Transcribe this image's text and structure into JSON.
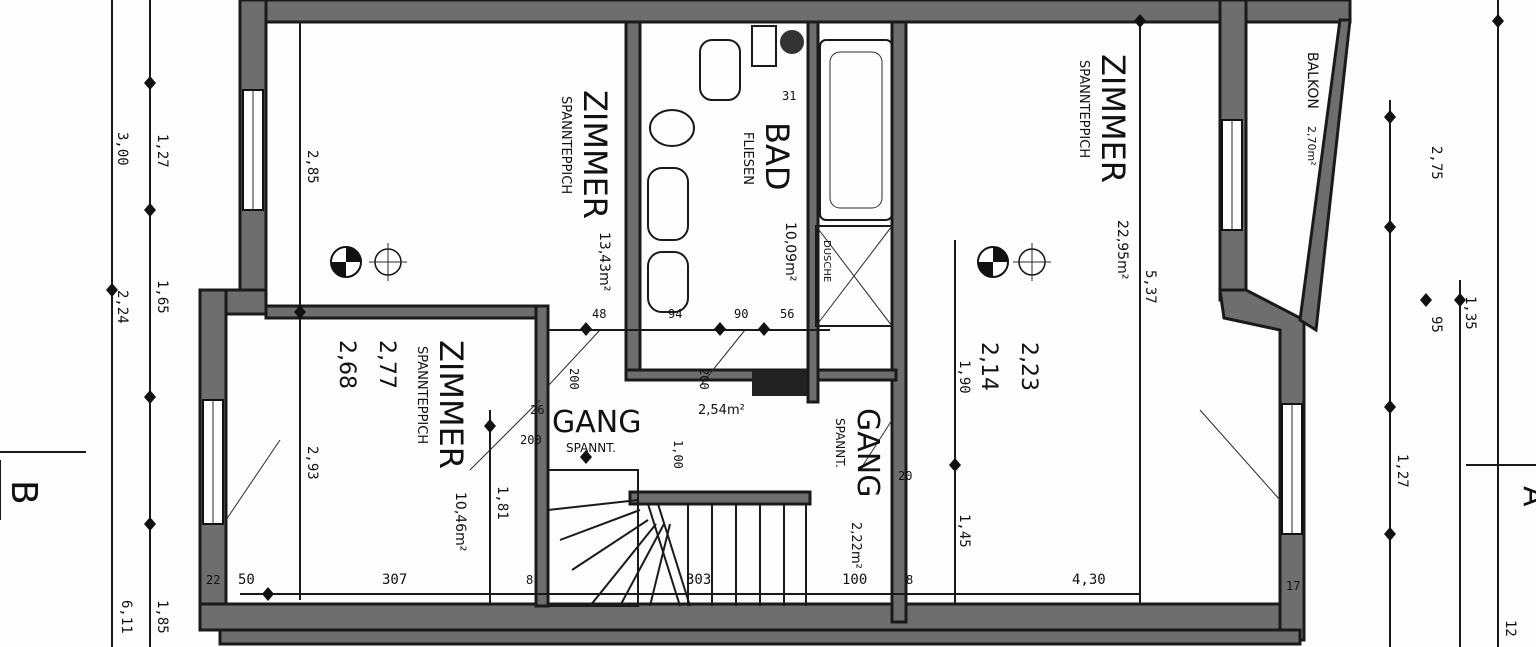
{
  "rooms": {
    "zimmer_left": {
      "name": "ZIMMER",
      "floor": "SPANNTEPPICH",
      "area": "13,43m²",
      "height": "2,68"
    },
    "zimmer_bottom": {
      "name": "ZIMMER",
      "floor": "SPANNTEPPICH",
      "area": "10,46m²",
      "height": "2,77"
    },
    "bad": {
      "name": "BAD",
      "floor": "FLIESEN",
      "area": "10,09m²"
    },
    "gang_left": {
      "name": "GANG",
      "floor": "SPANNT.",
      "area": "2,54m²"
    },
    "gang_right": {
      "name": "GANG",
      "floor": "SPANNT.",
      "area": "2,22m²"
    },
    "zimmer_right": {
      "name": "ZIMMER",
      "floor": "SPANNTEPPICH",
      "area": "22,95m²",
      "height_a": "2,23",
      "height_b": "2,14"
    },
    "balkon": {
      "name": "BALKON",
      "area": "2,70m²"
    },
    "dusche": {
      "name": "DUSCHE"
    }
  },
  "dimensions": {
    "left_col": [
      "3,00",
      "2,24",
      "6,11"
    ],
    "left_inner": [
      "1,27",
      "1,65",
      "1,85"
    ],
    "left_room": [
      "2,85",
      "2,93",
      "1,81"
    ],
    "bottom": [
      "50",
      "307",
      "303",
      "100",
      "4,30"
    ],
    "doors": [
      "48",
      "94",
      "90",
      "56",
      "31",
      "26",
      "200",
      "200",
      "200",
      "1,00"
    ],
    "right_room": [
      "1,90",
      "1,45",
      "5,37"
    ],
    "right_col": [
      "2,75",
      "95",
      "1,35",
      "1,27",
      "12"
    ],
    "misc": [
      "22",
      "8",
      "17",
      "20",
      "8"
    ]
  },
  "section_label": "B",
  "section_label_right": "A"
}
